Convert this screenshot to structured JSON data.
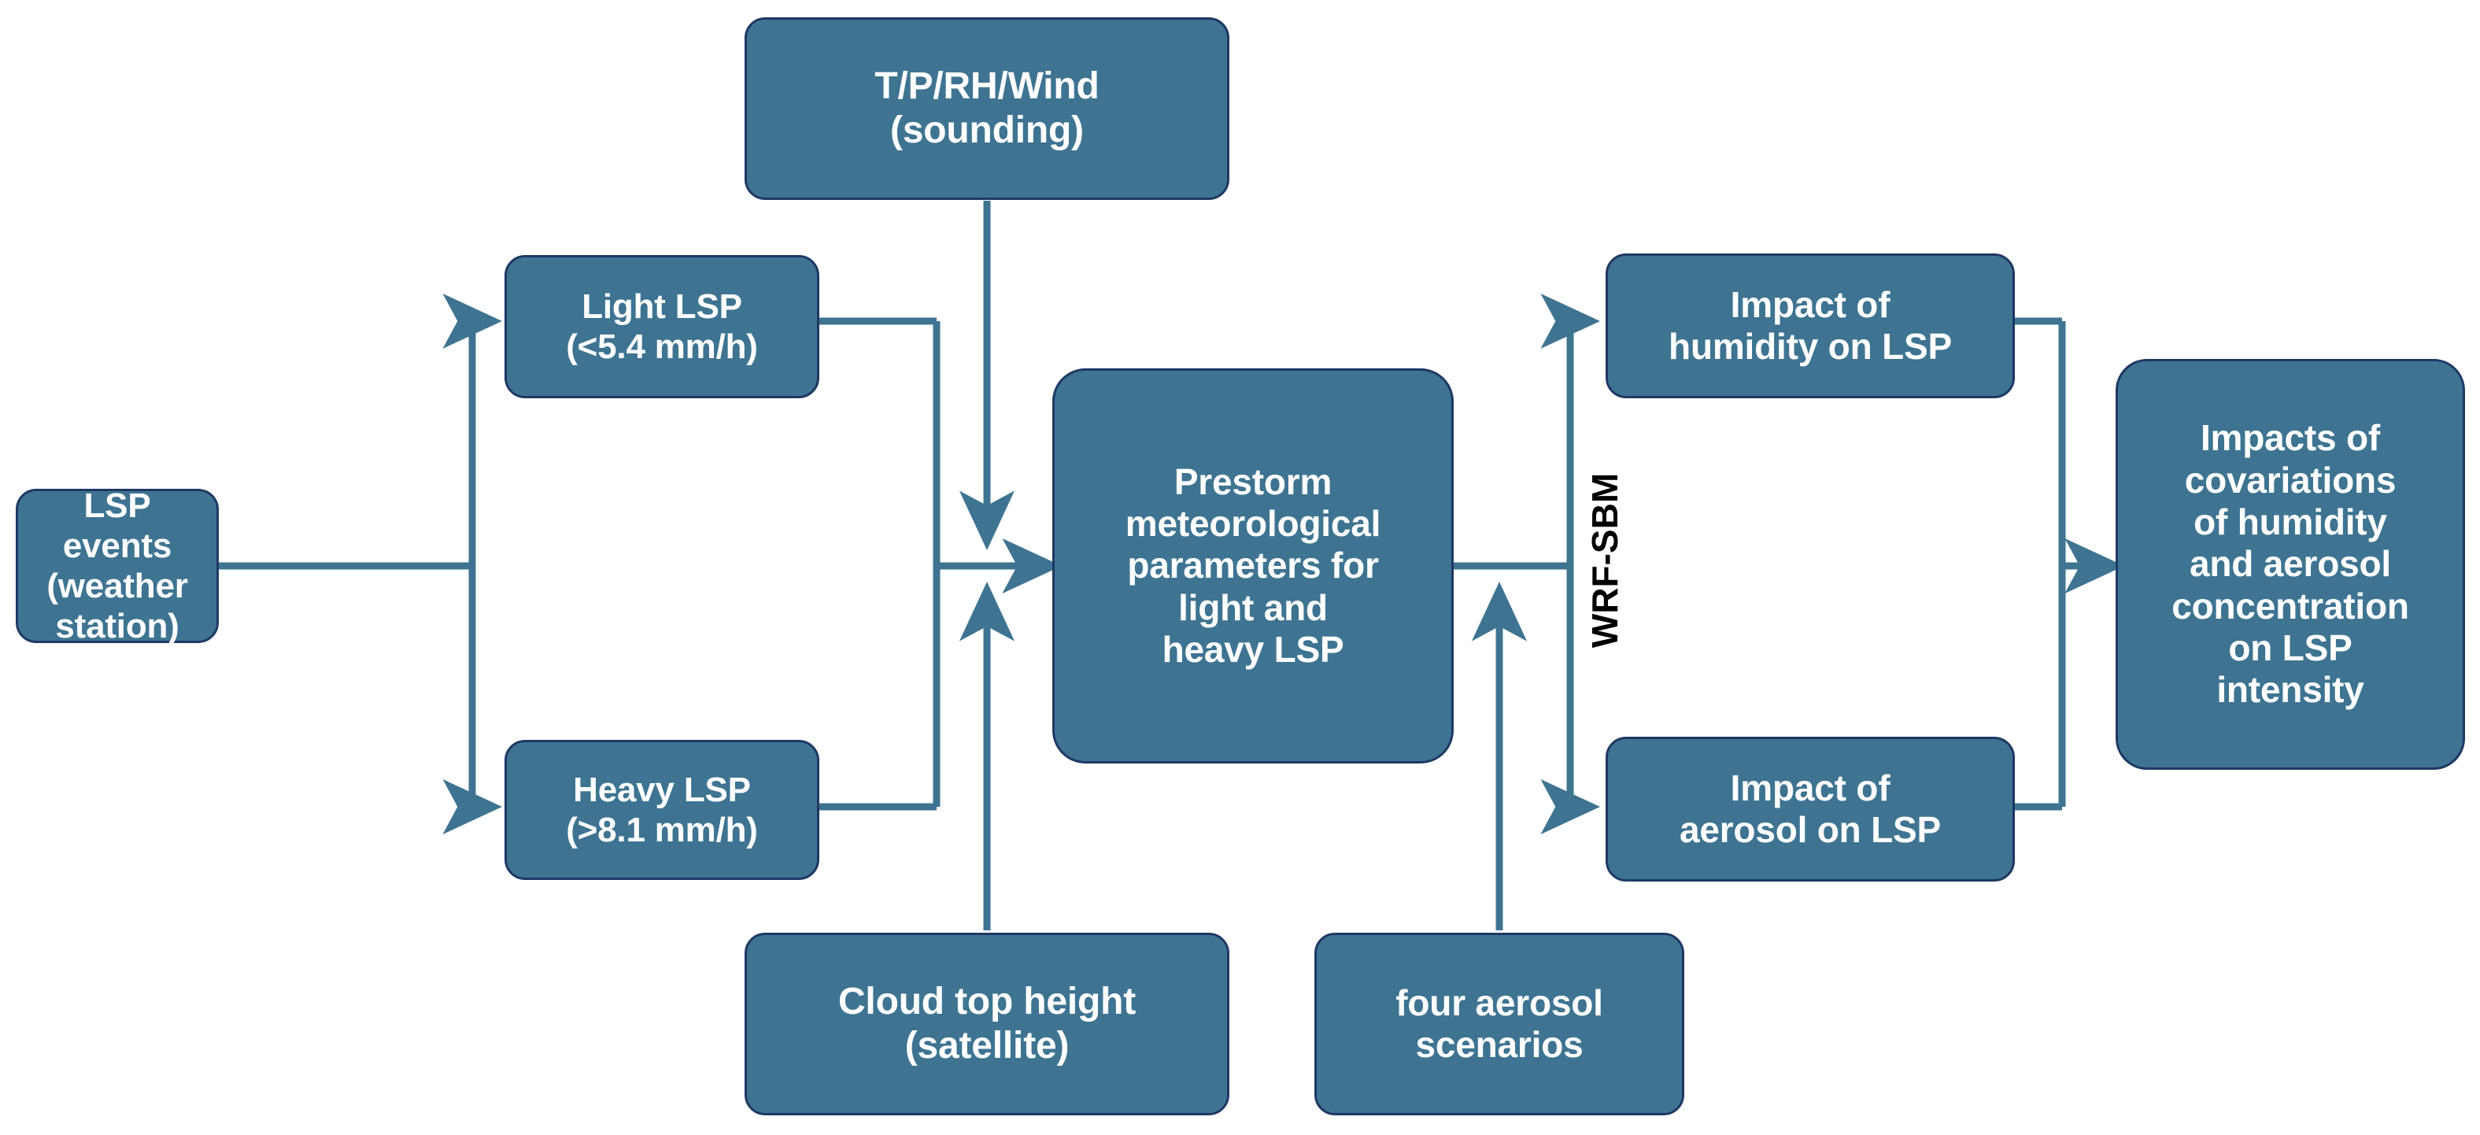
{
  "diagram": {
    "title": "LSP research workflow flowchart",
    "colors": {
      "node_fill": "#3E7492",
      "node_border": "#1F3864",
      "connector": "#3E7492",
      "node_text": "#FFFFFF",
      "edge_label_text": "#000000",
      "background": "#FFFFFF"
    },
    "nodes": [
      {
        "id": "lsp-events",
        "label": "LSP events\n(weather station)"
      },
      {
        "id": "light-lsp",
        "label": "Light LSP\n(<5.4 mm/h)"
      },
      {
        "id": "heavy-lsp",
        "label": "Heavy LSP\n(>8.1 mm/h)"
      },
      {
        "id": "sounding",
        "label": "T/P/RH/Wind\n(sounding)"
      },
      {
        "id": "cloud-top-height",
        "label": "Cloud top height\n(satellite)"
      },
      {
        "id": "prestorm-params",
        "label": "Prestorm\nmeteorological\nparameters for\nlight and\nheavy LSP"
      },
      {
        "id": "four-aerosol",
        "label": "four aerosol\nscenarios"
      },
      {
        "id": "impact-humidity",
        "label": "Impact of\nhumidity on LSP"
      },
      {
        "id": "impact-aerosol",
        "label": "Impact of\naerosol on LSP"
      },
      {
        "id": "impacts-covariations",
        "label": "Impacts of\ncovariations\nof humidity\nand aerosol\nconcentration\non LSP\nintensity"
      }
    ],
    "edge_labels": [
      {
        "id": "wrf-sbm",
        "label": "WRF-SBM"
      }
    ]
  }
}
